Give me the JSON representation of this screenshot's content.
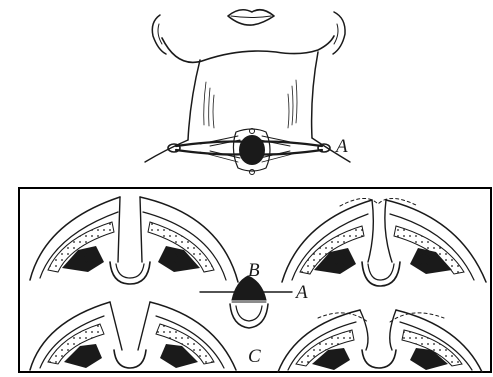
{
  "figure": {
    "labels": {
      "top_panel": "A",
      "row_b": "B",
      "center_section": "A",
      "row_c": "C"
    }
  },
  "colors": {
    "ink": "#1a1a1a",
    "paper": "#ffffff",
    "border": "#000000"
  }
}
